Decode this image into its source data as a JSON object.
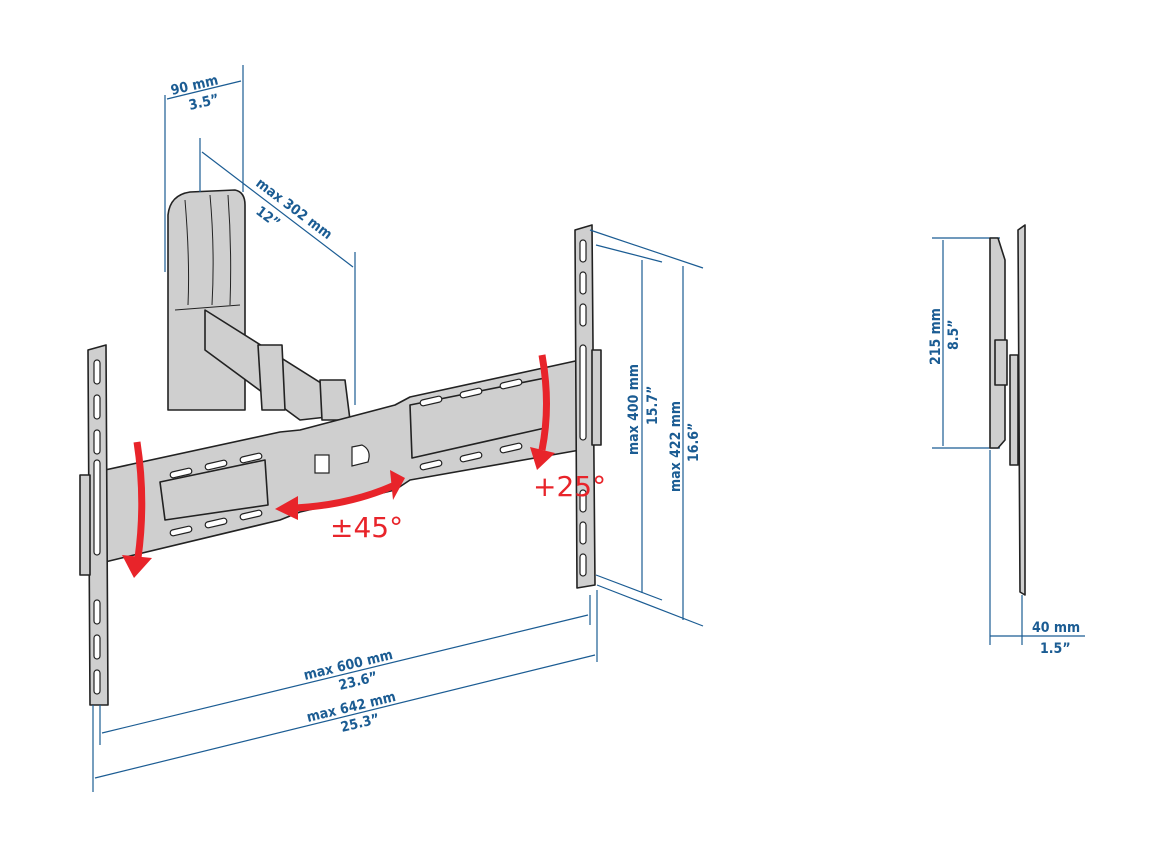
{
  "dimensions": {
    "wall_plate_depth": {
      "metric": "90 mm",
      "imperial": "3.5”"
    },
    "arm_extension": {
      "metric": "max 302 mm",
      "imperial": "12”"
    },
    "vesa_height": {
      "metric": "max 400 mm",
      "imperial": "15.7”"
    },
    "bracket_height": {
      "metric": "max 422 mm",
      "imperial": "16.6”"
    },
    "vesa_width": {
      "metric": "max 600 mm",
      "imperial": "23.6”"
    },
    "bracket_width": {
      "metric": "max 642 mm",
      "imperial": "25.3”"
    },
    "side_plate_height": {
      "metric": "215 mm",
      "imperial": "8.5”"
    },
    "side_min_depth": {
      "metric": "40 mm",
      "imperial": "1.5”"
    }
  },
  "motion": {
    "swivel": "±45°",
    "tilt": "+25°"
  },
  "colors": {
    "dimension": "#1b5c93",
    "motion": "#e8242a",
    "part": "#cfcfcf"
  }
}
